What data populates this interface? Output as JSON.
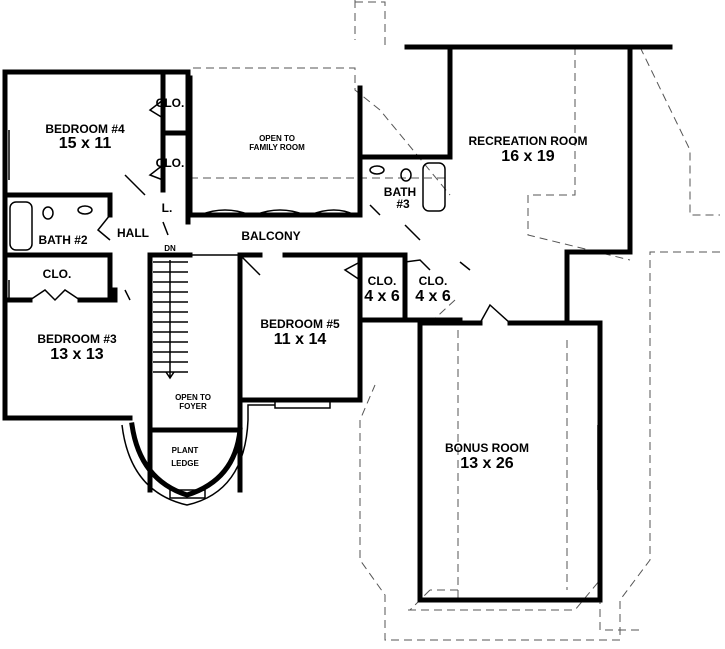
{
  "rooms": {
    "bedroom4": {
      "name": "BEDROOM #4",
      "size": "15 x 11"
    },
    "clo_b4a": "CLO.",
    "clo_b4b": "CLO.",
    "open_family": {
      "line1": "OPEN TO",
      "line2": "FAMILY ROOM"
    },
    "bath3": {
      "line1": "BATH",
      "line2": "#3"
    },
    "recreation": {
      "name": "RECREATION ROOM",
      "size": "16 x 19"
    },
    "bath2": "BATH #2",
    "hall": "HALL",
    "linen": "L.",
    "balcony": "BALCONY",
    "stair_dn": "DN",
    "clo_b3": "CLO.",
    "bedroom3": {
      "name": "BEDROOM #3",
      "size": "13 x 13"
    },
    "bedroom5": {
      "name": "BEDROOM #5",
      "size": "11 x 14"
    },
    "clo_a": {
      "name": "CLO.",
      "size": "4 x 6"
    },
    "clo_b": {
      "name": "CLO.",
      "size": "4 x 6"
    },
    "open_foyer": {
      "line1": "OPEN TO",
      "line2": "FOYER"
    },
    "plant_ledge": {
      "line1": "PLANT",
      "line2": "LEDGE"
    },
    "bonus": {
      "name": "BONUS ROOM",
      "size": "13 x 26"
    }
  }
}
